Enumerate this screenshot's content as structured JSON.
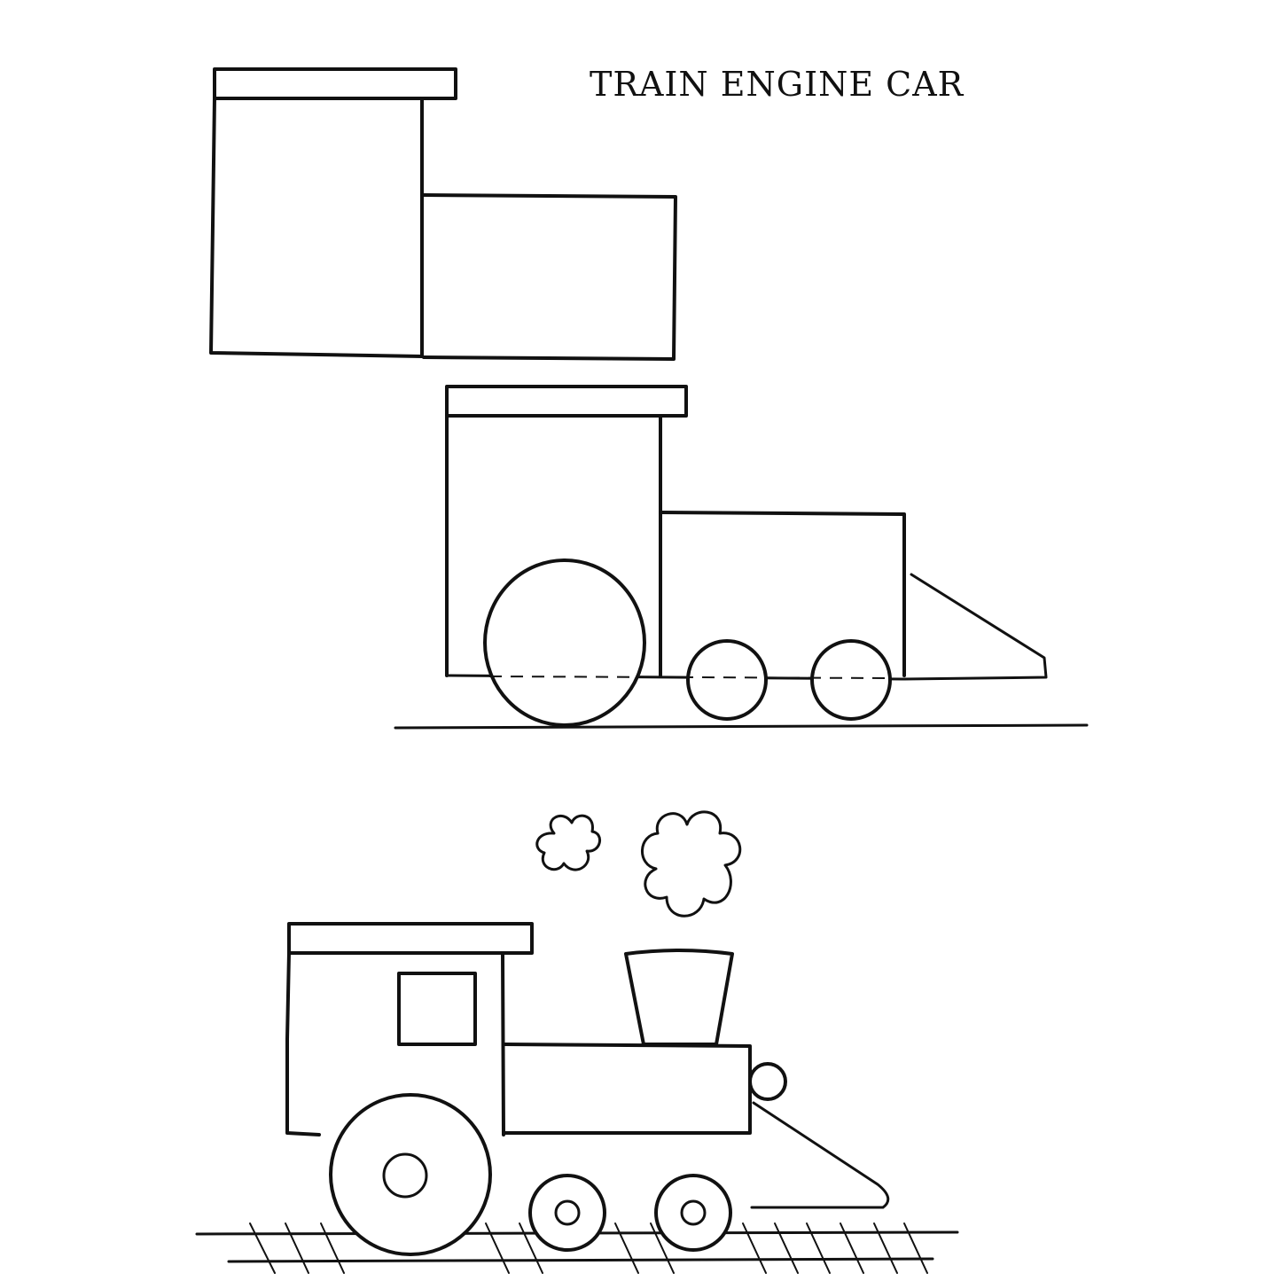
{
  "page": {
    "title": "TRAIN ENGINE CAR"
  },
  "steps": [
    {
      "name": "step-1",
      "shapes": [
        "cab-roof",
        "cab-body",
        "boiler-block"
      ]
    },
    {
      "name": "step-2",
      "shapes": [
        "cab-roof",
        "cab-body",
        "boiler-block",
        "cowcatcher",
        "large-wheel",
        "small-wheel-front",
        "small-wheel-rear",
        "axle-guide-line",
        "ground-line"
      ]
    },
    {
      "name": "step-3",
      "shapes": [
        "cab-roof",
        "cab-body",
        "cab-window",
        "boiler-block",
        "smokestack",
        "headlight",
        "cowcatcher",
        "large-wheel",
        "small-wheel-front",
        "small-wheel-rear",
        "smoke-puff-small",
        "smoke-puff-large",
        "rail-tracks"
      ]
    }
  ],
  "colors": {
    "ink": "#111111",
    "paper": "#ffffff"
  }
}
